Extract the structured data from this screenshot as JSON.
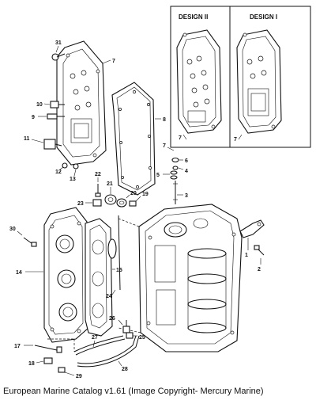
{
  "inset": {
    "left_title": "DESIGN II",
    "right_title": "DESIGN I",
    "left_callout": "7",
    "right_callout": "7"
  },
  "callouts": {
    "c1": "1",
    "c2": "2",
    "c3": "3",
    "c4": "4",
    "c5": "5",
    "c6": "6",
    "c7": "7",
    "c8": "8",
    "c9": "9",
    "c10": "10",
    "c11": "11",
    "c12": "12",
    "c13": "13",
    "c14": "14",
    "c15": "15",
    "c17": "17",
    "c18": "18",
    "c19": "19",
    "c20": "20",
    "c21": "21",
    "c22": "22",
    "c23": "23",
    "c24": "24",
    "c25": "25",
    "c26": "26",
    "c27": "27",
    "c28": "28",
    "c29": "29",
    "c30": "30",
    "c31": "31"
  },
  "caption": "European Marine Catalog v1.61 (Image Copyright- Mercury Marine)"
}
